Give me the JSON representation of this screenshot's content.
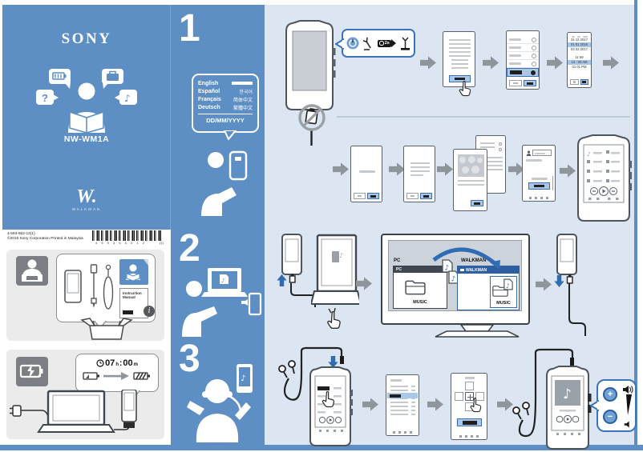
{
  "colors": {
    "panel_blue": "#5e8fc4",
    "light_blue": "#dce6f2",
    "accent_blue": "#2e6cb4",
    "highlight_blue": "#a9c7e8",
    "highlight_border": "#3f6fae",
    "titlebar_blue": "#2e5fa3",
    "arrow_grey": "#8e959b"
  },
  "brand": {
    "sony": "SONY",
    "model": "NW-WM1A",
    "walkman_logo": "W.",
    "walkman_wordmark": "WALKMAN"
  },
  "steps": {
    "step1": "1",
    "step2": "2",
    "step3": "3"
  },
  "language_bubble": {
    "row1_left": "English",
    "row2_left": "Español",
    "row2_right": "한국어",
    "row3_left": "Français",
    "row3_right": "简体中文",
    "row4_left": "Deutsch",
    "row4_right": "繁體中文",
    "date_format": "DD/MM/YYYY"
  },
  "setup": {
    "hold_seconds": "2s",
    "date_rows": [
      "31 12 2017",
      "01 01 2016",
      "02 02 2017"
    ],
    "time_rows": [
      "11 59",
      "12 : 00 AM",
      "01 01 PM"
    ]
  },
  "print_info": {
    "part_number": "4-593-652-12(1)",
    "copyright": "©2016 Sony Corporation Printed in Malaysia",
    "barcode_digits": "4 5 9 3 6 5 2 1 2",
    "barcode_suffix": "(1)"
  },
  "package": {
    "manual_label": "Instruction Manual"
  },
  "charging": {
    "hours": "07",
    "hours_unit": "h",
    "separator": ":",
    "minutes": "00",
    "minutes_unit": "m"
  },
  "transfer": {
    "pc_label": "PC",
    "pc_window_title": "PC",
    "pc_music_folder": "MUSIC",
    "walkman_label": "WALKMAN",
    "walkman_window_title": "WALKMAN",
    "walkman_music_folder": "MUSIC"
  }
}
